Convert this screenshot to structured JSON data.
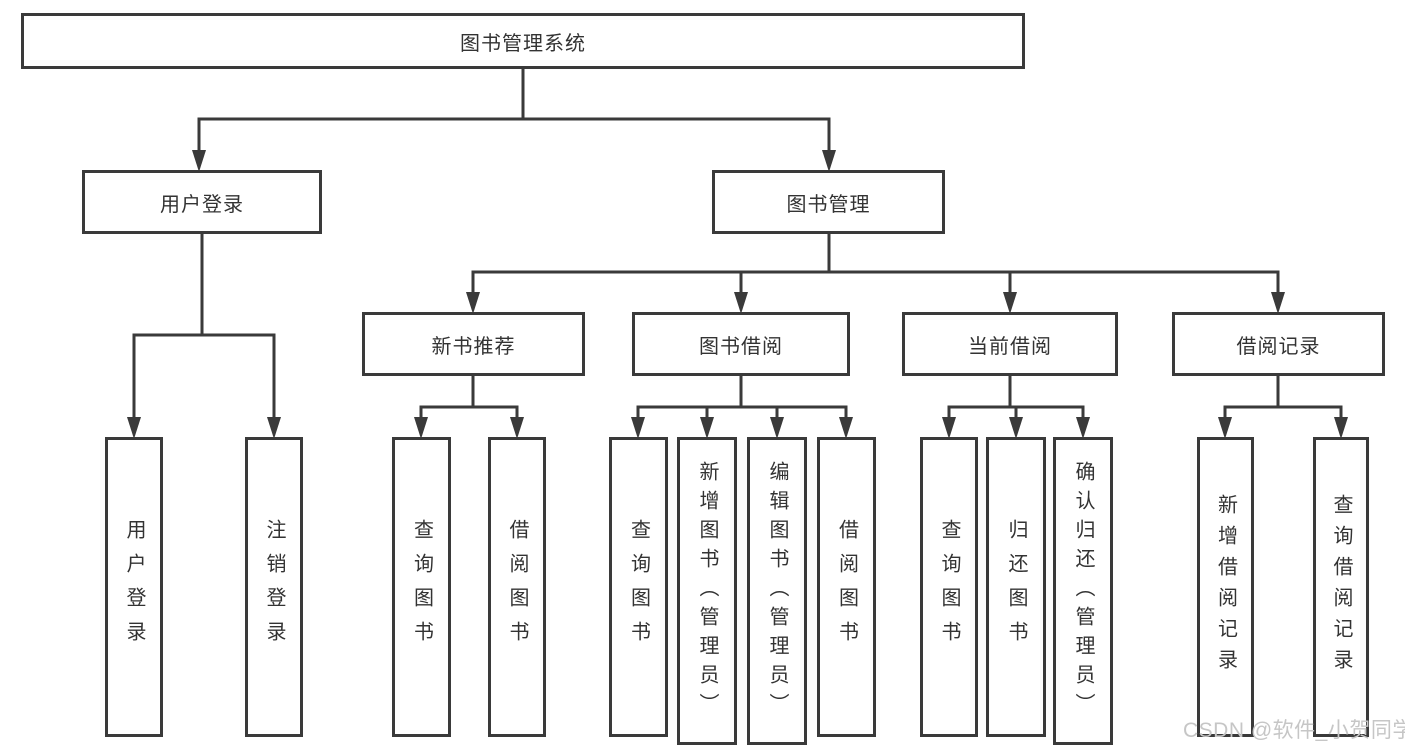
{
  "tree": {
    "root": "图书管理系统",
    "children": [
      {
        "label": "用户登录",
        "children": [
          "用户登录",
          "注销登录"
        ]
      },
      {
        "label": "图书管理",
        "children": [
          {
            "label": "新书推荐",
            "children": [
              "查询图书",
              "借阅图书"
            ]
          },
          {
            "label": "图书借阅",
            "children": [
              "查询图书",
              "新增图书（管理员）",
              "编辑图书（管理员）",
              "借阅图书"
            ]
          },
          {
            "label": "当前借阅",
            "children": [
              "查询图书",
              "归还图书",
              "确认归还（管理员）"
            ]
          },
          {
            "label": "借阅记录",
            "children": [
              "新增借阅记录",
              "查询借阅记录"
            ]
          }
        ]
      }
    ]
  },
  "watermark": {
    "text": "CSDN @软件_小贺同学"
  },
  "colors": {
    "line": "#3a3a3a",
    "border": "#3a3a3a",
    "text": "#333333",
    "watermark": "#c6c6c6",
    "background": "#ffffff"
  }
}
